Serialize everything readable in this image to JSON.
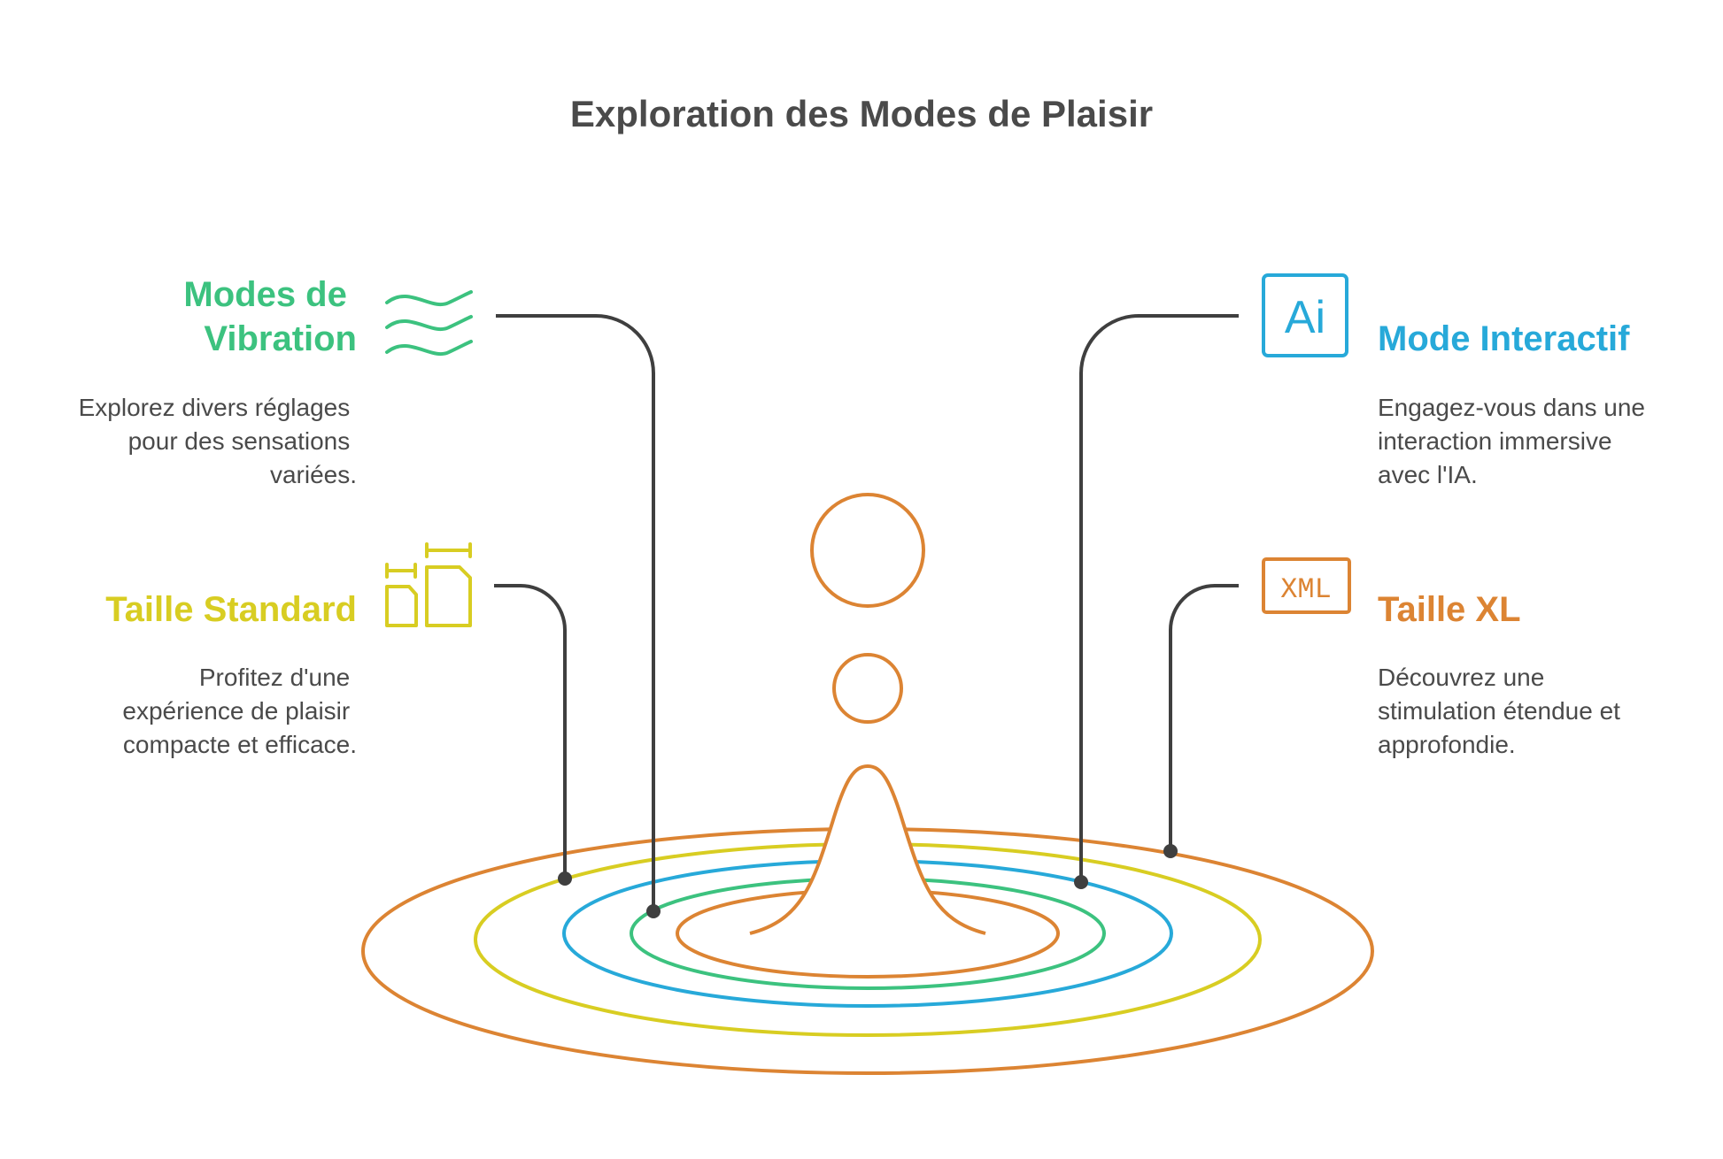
{
  "title": "Exploration des Modes de Plaisir",
  "colors": {
    "green": "#3cc27f",
    "blue": "#27a9d9",
    "yellow": "#d8cd22",
    "orange": "#dc8433",
    "text": "#4a4a4a",
    "connector": "#3f3f3f"
  },
  "items": [
    {
      "id": "vibration",
      "heading_lines": [
        "Modes de",
        "Vibration"
      ],
      "description_lines": [
        "Explorez divers réglages",
        "pour des sensations",
        "variées."
      ],
      "icon": "waves-icon",
      "color": "#3cc27f"
    },
    {
      "id": "standard",
      "heading_lines": [
        "Taille Standard"
      ],
      "description_lines": [
        "Profitez d'une",
        "expérience de plaisir",
        "compacte et efficace."
      ],
      "icon": "size-compare-icon",
      "color": "#d8cd22"
    },
    {
      "id": "interactive",
      "heading_lines": [
        "Mode Interactif"
      ],
      "description_lines": [
        "Engagez-vous dans une",
        "interaction immersive",
        "avec l'IA."
      ],
      "icon": "ai-icon",
      "icon_text": "Ai",
      "color": "#27a9d9"
    },
    {
      "id": "xl",
      "heading_lines": [
        "Taille XL"
      ],
      "description_lines": [
        "Découvrez une",
        "stimulation étendue et",
        "approfondie."
      ],
      "icon": "xml-file-icon",
      "icon_text": "XML",
      "color": "#dc8433"
    }
  ]
}
